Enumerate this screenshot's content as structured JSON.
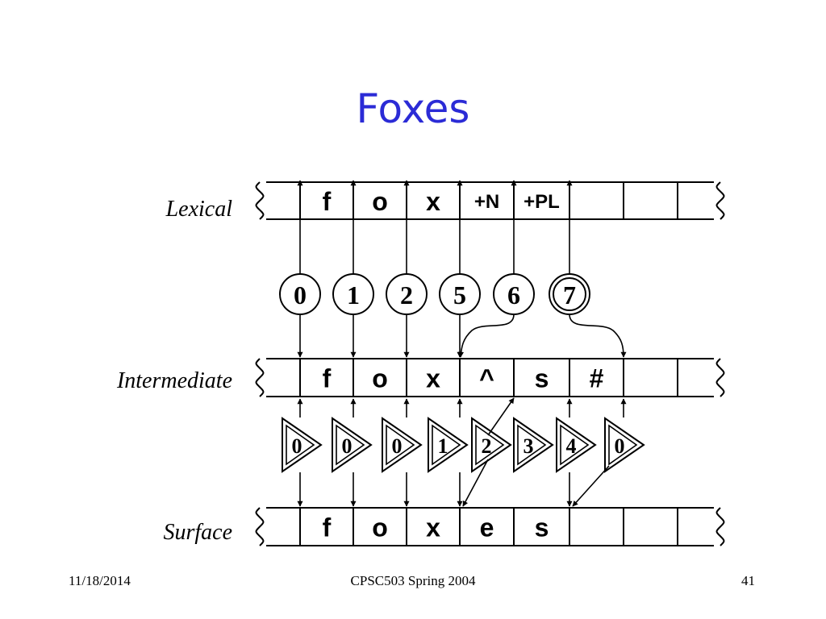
{
  "slide": {
    "title": "Foxes",
    "title_color": "#2b2bd6",
    "footer": {
      "date": "11/18/2014",
      "course": "CPSC503 Spring 2004",
      "page": "41"
    }
  },
  "tapes": {
    "lexical": {
      "label": "Lexical",
      "cells": [
        "f",
        "o",
        "x",
        "+N",
        "+PL",
        "",
        "",
        ""
      ]
    },
    "intermediate": {
      "label": "Intermediate",
      "cells": [
        "f",
        "o",
        "x",
        "^",
        "s",
        "#",
        "",
        ""
      ]
    },
    "surface": {
      "label": "Surface",
      "cells": [
        "f",
        "o",
        "x",
        "e",
        "s",
        "",
        "",
        ""
      ]
    }
  },
  "lexical_fst_states": [
    {
      "num": "0",
      "final": false
    },
    {
      "num": "1",
      "final": false
    },
    {
      "num": "2",
      "final": false
    },
    {
      "num": "5",
      "final": false
    },
    {
      "num": "6",
      "final": false
    },
    {
      "num": "7",
      "final": true
    }
  ],
  "surface_fst_states": [
    "0",
    "0",
    "0",
    "1",
    "2",
    "3",
    "4",
    "0"
  ]
}
